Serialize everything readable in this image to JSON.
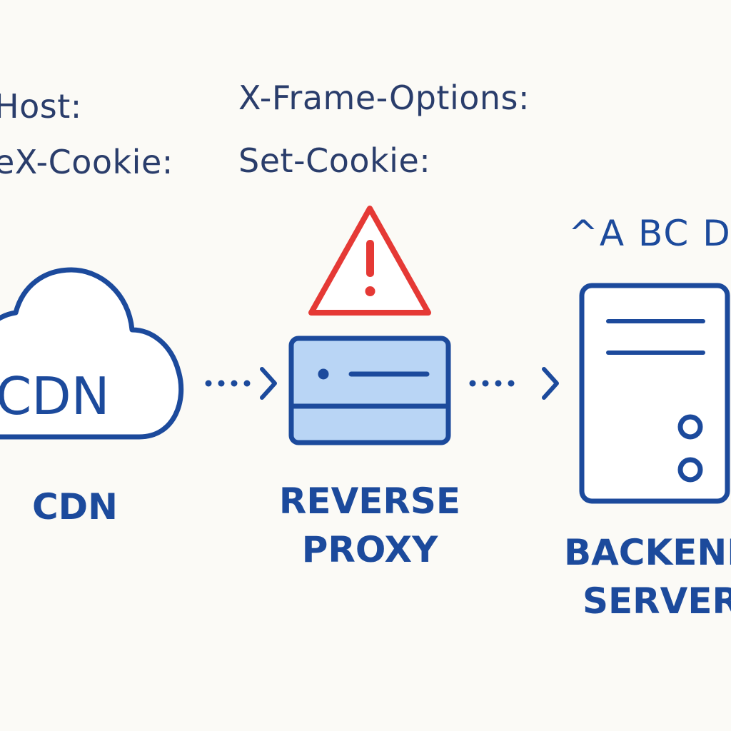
{
  "headers": {
    "left": [
      "Host:",
      "eX-Cookie:"
    ],
    "center": [
      "X-Frame-Options:",
      "Set-Cookie:"
    ]
  },
  "nodes": {
    "cdn": {
      "icon_text": "CDN",
      "label": "CDN"
    },
    "proxy": {
      "label_line1": "REVERSE",
      "label_line2": "PROXY",
      "warning_icon": "warning-triangle-icon"
    },
    "backend": {
      "top_text": "^A  BC D",
      "label_line1": "BACKEND",
      "label_line2": "SERVERS"
    }
  },
  "colors": {
    "stroke_blue": "#1c4a9c",
    "fill_light_blue": "#b9d5f5",
    "warning_red": "#e53935",
    "background": "#fbfaf6"
  }
}
